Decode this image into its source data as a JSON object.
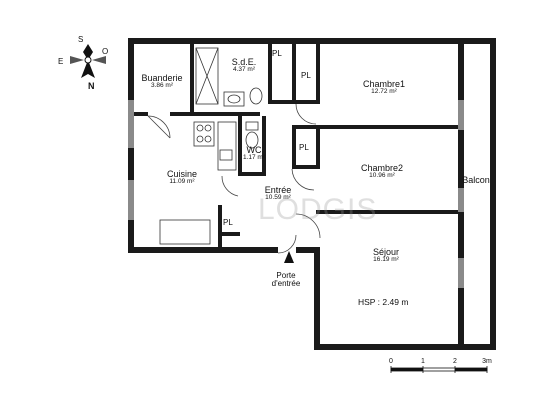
{
  "rooms": {
    "buanderie": {
      "name": "Buanderie",
      "area": "3.86 m²"
    },
    "sde": {
      "name": "S.d.E.",
      "area": "4.37 m²"
    },
    "chambre1": {
      "name": "Chambre1",
      "area": "12.72 m²"
    },
    "wc": {
      "name": "WC",
      "area": "1.17 m²"
    },
    "cuisine": {
      "name": "Cuisine",
      "area": "11.09 m²"
    },
    "chambre2": {
      "name": "Chambre2",
      "area": "10.96 m²"
    },
    "entree": {
      "name": "Entrée",
      "area": "10.59 m²"
    },
    "sejour": {
      "name": "Séjour",
      "area": "16.19 m²"
    },
    "balcon": {
      "name": "Balcon"
    }
  },
  "closet_label": "PL",
  "door_label": {
    "line1": "Porte",
    "line2": "d'entrée"
  },
  "ceiling_height": "HSP : 2.49 m",
  "watermark": "LODGIS",
  "compass": {
    "n": "N",
    "s": "S",
    "e": "E",
    "w": "O"
  },
  "scale": {
    "t0": "0",
    "t1": "1",
    "t2": "2",
    "t3": "3m"
  },
  "colors": {
    "wall": "#1a1a1a",
    "window": "#8a8a8a"
  }
}
